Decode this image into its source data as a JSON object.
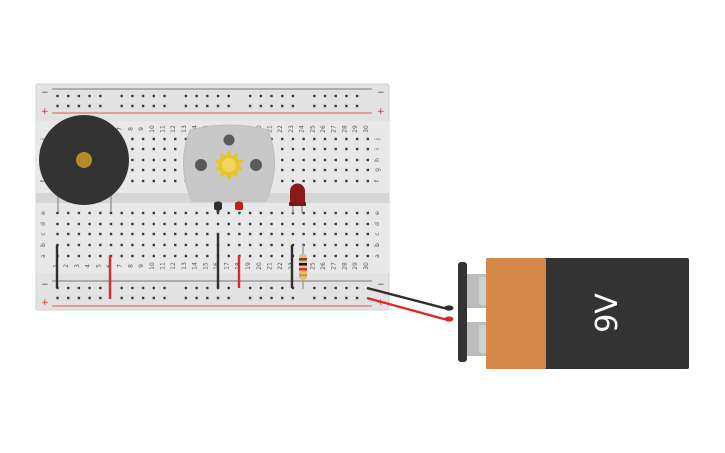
{
  "breadboard": {
    "columns": [
      "1",
      "2",
      "3",
      "4",
      "5",
      "6",
      "7",
      "8",
      "9",
      "10",
      "11",
      "12",
      "13",
      "14",
      "15",
      "16",
      "17",
      "18",
      "19",
      "20",
      "21",
      "22",
      "23",
      "24",
      "25",
      "26",
      "27",
      "28",
      "29",
      "30"
    ],
    "rows_top": [
      "j",
      "i",
      "h",
      "g",
      "f"
    ],
    "rows_bottom": [
      "e",
      "d",
      "c",
      "b",
      "a"
    ],
    "rail_minus": "−",
    "rail_plus": "+"
  },
  "battery": {
    "label": "9V"
  },
  "colors": {
    "board": "#e2e2e2",
    "hole": "#3a3a3a",
    "wire_black": "#2f2f2f",
    "wire_red": "#d92b2b",
    "rail_red": "#d92b2b",
    "battery_body": "#3a3a3a",
    "battery_band": "#d4884a",
    "motor": "#c8c8c8",
    "buzzer": "#333333",
    "led": "#8b1a1a"
  }
}
